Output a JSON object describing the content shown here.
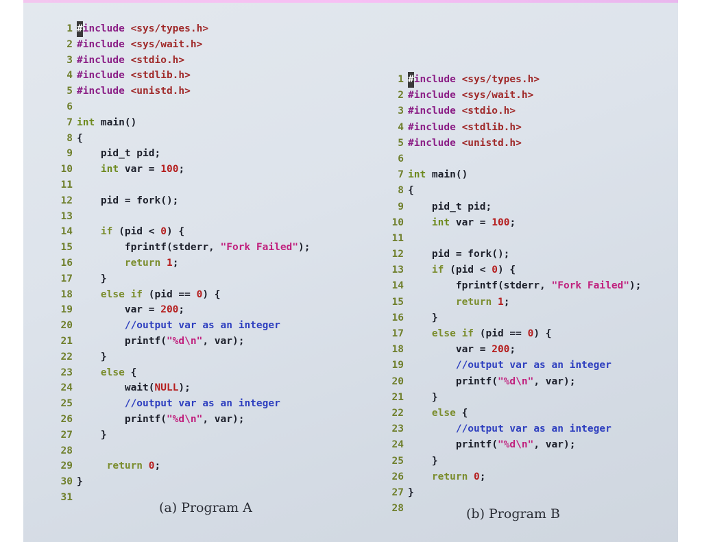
{
  "colors": {
    "preprocessor": "#8b1f86",
    "header": "#a02a2a",
    "keyword": "#6e8a1e",
    "control": "#7b8d2e",
    "number": "#b51e1e",
    "string": "#c0207d",
    "escape": "#c0207d",
    "comment": "#2e3fbf",
    "function": "#1c1f2a",
    "text": "#1c1f2a",
    "linenumber": "#6f7f2c",
    "background": "#dde3eb"
  },
  "program_a": {
    "caption": "(a) Program A",
    "lines": [
      {
        "n": "1",
        "tokens": [
          {
            "t": "#include",
            "c": "preprocessor",
            "cursor": true
          },
          {
            "t": " ",
            "c": "text"
          },
          {
            "t": "<sys/types.h>",
            "c": "header"
          }
        ]
      },
      {
        "n": "2",
        "tokens": [
          {
            "t": "#include",
            "c": "preprocessor"
          },
          {
            "t": " ",
            "c": "text"
          },
          {
            "t": "<sys/wait.h>",
            "c": "header"
          }
        ]
      },
      {
        "n": "3",
        "tokens": [
          {
            "t": "#include",
            "c": "preprocessor"
          },
          {
            "t": " ",
            "c": "text"
          },
          {
            "t": "<stdio.h>",
            "c": "header"
          }
        ]
      },
      {
        "n": "4",
        "tokens": [
          {
            "t": "#include",
            "c": "preprocessor"
          },
          {
            "t": " ",
            "c": "text"
          },
          {
            "t": "<stdlib.h>",
            "c": "header"
          }
        ]
      },
      {
        "n": "5",
        "tokens": [
          {
            "t": "#include",
            "c": "preprocessor"
          },
          {
            "t": " ",
            "c": "text"
          },
          {
            "t": "<unistd.h>",
            "c": "header"
          }
        ]
      },
      {
        "n": "6",
        "tokens": []
      },
      {
        "n": "7",
        "tokens": [
          {
            "t": "int",
            "c": "keyword"
          },
          {
            "t": " main()",
            "c": "text"
          }
        ]
      },
      {
        "n": "8",
        "tokens": [
          {
            "t": "{",
            "c": "text"
          }
        ]
      },
      {
        "n": "9",
        "tokens": [
          {
            "t": "    pid_t pid;",
            "c": "text"
          }
        ]
      },
      {
        "n": "10",
        "tokens": [
          {
            "t": "    ",
            "c": "text"
          },
          {
            "t": "int",
            "c": "keyword"
          },
          {
            "t": " var = ",
            "c": "text"
          },
          {
            "t": "100",
            "c": "number"
          },
          {
            "t": ";",
            "c": "text"
          }
        ]
      },
      {
        "n": "11",
        "tokens": []
      },
      {
        "n": "12",
        "tokens": [
          {
            "t": "    pid = fork();",
            "c": "text"
          }
        ]
      },
      {
        "n": "13",
        "tokens": []
      },
      {
        "n": "14",
        "tokens": [
          {
            "t": "    ",
            "c": "text"
          },
          {
            "t": "if",
            "c": "control"
          },
          {
            "t": " (pid < ",
            "c": "text"
          },
          {
            "t": "0",
            "c": "number"
          },
          {
            "t": ") {",
            "c": "text"
          }
        ]
      },
      {
        "n": "15",
        "tokens": [
          {
            "t": "        fprintf(stderr, ",
            "c": "text"
          },
          {
            "t": "\"Fork Failed\"",
            "c": "string"
          },
          {
            "t": ");",
            "c": "text"
          }
        ]
      },
      {
        "n": "16",
        "tokens": [
          {
            "t": "        ",
            "c": "text"
          },
          {
            "t": "return",
            "c": "control"
          },
          {
            "t": " ",
            "c": "text"
          },
          {
            "t": "1",
            "c": "number"
          },
          {
            "t": ";",
            "c": "text"
          }
        ]
      },
      {
        "n": "17",
        "tokens": [
          {
            "t": "    }",
            "c": "text"
          }
        ]
      },
      {
        "n": "18",
        "tokens": [
          {
            "t": "    ",
            "c": "text"
          },
          {
            "t": "else if",
            "c": "control"
          },
          {
            "t": " (pid == ",
            "c": "text"
          },
          {
            "t": "0",
            "c": "number"
          },
          {
            "t": ") {",
            "c": "text"
          }
        ]
      },
      {
        "n": "19",
        "tokens": [
          {
            "t": "        var = ",
            "c": "text"
          },
          {
            "t": "200",
            "c": "number"
          },
          {
            "t": ";",
            "c": "text"
          }
        ]
      },
      {
        "n": "20",
        "tokens": [
          {
            "t": "        ",
            "c": "text"
          },
          {
            "t": "//output var as an integer",
            "c": "comment"
          }
        ]
      },
      {
        "n": "21",
        "tokens": [
          {
            "t": "        printf(",
            "c": "text"
          },
          {
            "t": "\"%d\\n\"",
            "c": "string"
          },
          {
            "t": ", var);",
            "c": "text"
          }
        ]
      },
      {
        "n": "22",
        "tokens": [
          {
            "t": "    }",
            "c": "text"
          }
        ]
      },
      {
        "n": "23",
        "tokens": [
          {
            "t": "    ",
            "c": "text"
          },
          {
            "t": "else",
            "c": "control"
          },
          {
            "t": " {",
            "c": "text"
          }
        ]
      },
      {
        "n": "24",
        "tokens": [
          {
            "t": "        wait(",
            "c": "text"
          },
          {
            "t": "NULL",
            "c": "number"
          },
          {
            "t": ");",
            "c": "text"
          }
        ]
      },
      {
        "n": "25",
        "tokens": [
          {
            "t": "        ",
            "c": "text"
          },
          {
            "t": "//output var as an integer",
            "c": "comment"
          }
        ]
      },
      {
        "n": "26",
        "tokens": [
          {
            "t": "        printf(",
            "c": "text"
          },
          {
            "t": "\"%d\\n\"",
            "c": "string"
          },
          {
            "t": ", var);",
            "c": "text"
          }
        ]
      },
      {
        "n": "27",
        "tokens": [
          {
            "t": "    }",
            "c": "text"
          }
        ]
      },
      {
        "n": "28",
        "tokens": []
      },
      {
        "n": "29",
        "tokens": [
          {
            "t": "     ",
            "c": "text"
          },
          {
            "t": "return",
            "c": "control"
          },
          {
            "t": " ",
            "c": "text"
          },
          {
            "t": "0",
            "c": "number"
          },
          {
            "t": ";",
            "c": "text"
          }
        ]
      },
      {
        "n": "30",
        "tokens": [
          {
            "t": "}",
            "c": "text"
          }
        ]
      },
      {
        "n": "31",
        "tokens": []
      }
    ]
  },
  "program_b": {
    "caption": "(b) Program B",
    "lines": [
      {
        "n": "1",
        "tokens": [
          {
            "t": "#include",
            "c": "preprocessor",
            "cursor": true
          },
          {
            "t": " ",
            "c": "text"
          },
          {
            "t": "<sys/types.h>",
            "c": "header"
          }
        ]
      },
      {
        "n": "2",
        "tokens": [
          {
            "t": "#include",
            "c": "preprocessor"
          },
          {
            "t": " ",
            "c": "text"
          },
          {
            "t": "<sys/wait.h>",
            "c": "header"
          }
        ]
      },
      {
        "n": "3",
        "tokens": [
          {
            "t": "#include",
            "c": "preprocessor"
          },
          {
            "t": " ",
            "c": "text"
          },
          {
            "t": "<stdio.h>",
            "c": "header"
          }
        ]
      },
      {
        "n": "4",
        "tokens": [
          {
            "t": "#include",
            "c": "preprocessor"
          },
          {
            "t": " ",
            "c": "text"
          },
          {
            "t": "<stdlib.h>",
            "c": "header"
          }
        ]
      },
      {
        "n": "5",
        "tokens": [
          {
            "t": "#include",
            "c": "preprocessor"
          },
          {
            "t": " ",
            "c": "text"
          },
          {
            "t": "<unistd.h>",
            "c": "header"
          }
        ]
      },
      {
        "n": "6",
        "tokens": []
      },
      {
        "n": "7",
        "tokens": [
          {
            "t": "int",
            "c": "keyword"
          },
          {
            "t": " main()",
            "c": "text"
          }
        ]
      },
      {
        "n": "8",
        "tokens": [
          {
            "t": "{",
            "c": "text"
          }
        ]
      },
      {
        "n": "9",
        "tokens": [
          {
            "t": "    pid_t pid;",
            "c": "text"
          }
        ]
      },
      {
        "n": "10",
        "tokens": [
          {
            "t": "    ",
            "c": "text"
          },
          {
            "t": "int",
            "c": "keyword"
          },
          {
            "t": " var = ",
            "c": "text"
          },
          {
            "t": "100",
            "c": "number"
          },
          {
            "t": ";",
            "c": "text"
          }
        ]
      },
      {
        "n": "11",
        "tokens": []
      },
      {
        "n": "12",
        "tokens": [
          {
            "t": "    pid = fork();",
            "c": "text"
          }
        ]
      },
      {
        "n": "13",
        "tokens": [
          {
            "t": "    ",
            "c": "text"
          },
          {
            "t": "if",
            "c": "control"
          },
          {
            "t": " (pid < ",
            "c": "text"
          },
          {
            "t": "0",
            "c": "number"
          },
          {
            "t": ") {",
            "c": "text"
          }
        ]
      },
      {
        "n": "14",
        "tokens": [
          {
            "t": "        fprintf(stderr, ",
            "c": "text"
          },
          {
            "t": "\"Fork Failed\"",
            "c": "string"
          },
          {
            "t": ");",
            "c": "text"
          }
        ]
      },
      {
        "n": "15",
        "tokens": [
          {
            "t": "        ",
            "c": "text"
          },
          {
            "t": "return",
            "c": "control"
          },
          {
            "t": " ",
            "c": "text"
          },
          {
            "t": "1",
            "c": "number"
          },
          {
            "t": ";",
            "c": "text"
          }
        ]
      },
      {
        "n": "16",
        "tokens": [
          {
            "t": "    }",
            "c": "text"
          }
        ]
      },
      {
        "n": "17",
        "tokens": [
          {
            "t": "    ",
            "c": "text"
          },
          {
            "t": "else if",
            "c": "control"
          },
          {
            "t": " (pid == ",
            "c": "text"
          },
          {
            "t": "0",
            "c": "number"
          },
          {
            "t": ") {",
            "c": "text"
          }
        ]
      },
      {
        "n": "18",
        "tokens": [
          {
            "t": "        var = ",
            "c": "text"
          },
          {
            "t": "200",
            "c": "number"
          },
          {
            "t": ";",
            "c": "text"
          }
        ]
      },
      {
        "n": "19",
        "tokens": [
          {
            "t": "        ",
            "c": "text"
          },
          {
            "t": "//output var as an integer",
            "c": "comment"
          }
        ]
      },
      {
        "n": "20",
        "tokens": [
          {
            "t": "        printf(",
            "c": "text"
          },
          {
            "t": "\"%d\\n\"",
            "c": "string"
          },
          {
            "t": ", var);",
            "c": "text"
          }
        ]
      },
      {
        "n": "21",
        "tokens": [
          {
            "t": "    }",
            "c": "text"
          }
        ]
      },
      {
        "n": "22",
        "tokens": [
          {
            "t": "    ",
            "c": "text"
          },
          {
            "t": "else",
            "c": "control"
          },
          {
            "t": " {",
            "c": "text"
          }
        ]
      },
      {
        "n": "23",
        "tokens": [
          {
            "t": "        ",
            "c": "text"
          },
          {
            "t": "//output var as an integer",
            "c": "comment"
          }
        ]
      },
      {
        "n": "24",
        "tokens": [
          {
            "t": "        printf(",
            "c": "text"
          },
          {
            "t": "\"%d\\n\"",
            "c": "string"
          },
          {
            "t": ", var);",
            "c": "text"
          }
        ]
      },
      {
        "n": "25",
        "tokens": [
          {
            "t": "    }",
            "c": "text"
          }
        ]
      },
      {
        "n": "26",
        "tokens": [
          {
            "t": "    ",
            "c": "text"
          },
          {
            "t": "return",
            "c": "control"
          },
          {
            "t": " ",
            "c": "text"
          },
          {
            "t": "0",
            "c": "number"
          },
          {
            "t": ";",
            "c": "text"
          }
        ]
      },
      {
        "n": "27",
        "tokens": [
          {
            "t": "}",
            "c": "text"
          }
        ]
      },
      {
        "n": "28",
        "tokens": []
      }
    ]
  }
}
